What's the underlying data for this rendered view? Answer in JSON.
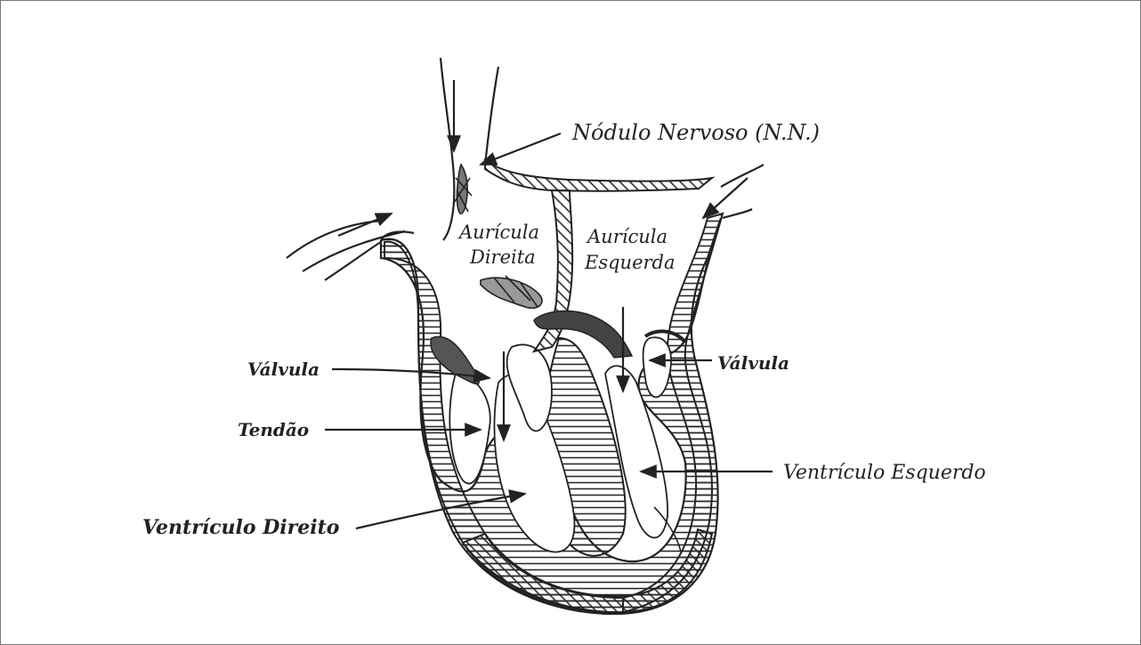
{
  "labels": {
    "nodulo_nervoso": "Nódulo Nervoso (N.N.)",
    "auricula_direita_1": "Aurícula",
    "auricula_direita_2": "Direita",
    "auricula_esquerda_1": "Aurícula",
    "auricula_esquerda_2": "Esquerda",
    "valvula_left": "Válvula",
    "valvula_right": "Válvula",
    "tendao": "Tendão",
    "ventriculo_esquerdo": "Ventrículo Esquerdo",
    "ventriculo_direito": "Ventrículo Direito"
  }
}
